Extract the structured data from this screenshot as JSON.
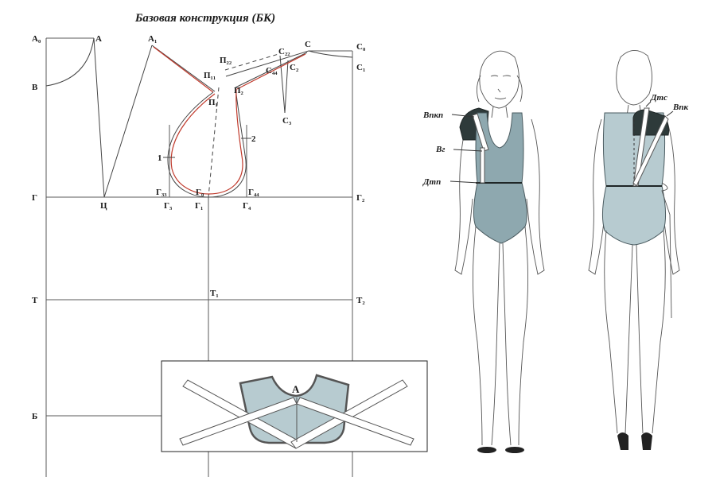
{
  "title": "Базовая конструкция (БК)",
  "pattern_labels": {
    "A0": "А₀",
    "A": "А",
    "A1": "А₁",
    "B": "В",
    "C": "С",
    "C0": "С₀",
    "C1": "С₁",
    "C2": "С₂",
    "C22": "С₂₂",
    "C3": "С₃",
    "C44": "С₄₄",
    "P22": "П₂₂",
    "P11": "П₁₁",
    "P1": "П₁",
    "P2": "П₂",
    "n1": "1",
    "n2": "2",
    "G": "Г",
    "Ts": "Ц",
    "G33": "Г₃₃",
    "G0": "Г₀",
    "G44": "Г₄₄",
    "G3": "Г₃",
    "G1": "Г₁",
    "G4": "Г₄",
    "G2": "Г₂",
    "T": "Т",
    "T1": "Т₁",
    "T2": "Т₂",
    "Bb": "Б"
  },
  "inset_label": "А",
  "figure_labels": {
    "vpkp": "Впкп",
    "vg": "Вг",
    "dtp": "Дтп",
    "dts": "Дтс",
    "vpk": "Впк"
  },
  "colors": {
    "suit": "#8ea8af",
    "suit_light": "#b7cbd0",
    "dark_shoulder": "#2e3a3a",
    "armhole_red": "#c0392b",
    "grid_line": "#5a5a5a"
  }
}
